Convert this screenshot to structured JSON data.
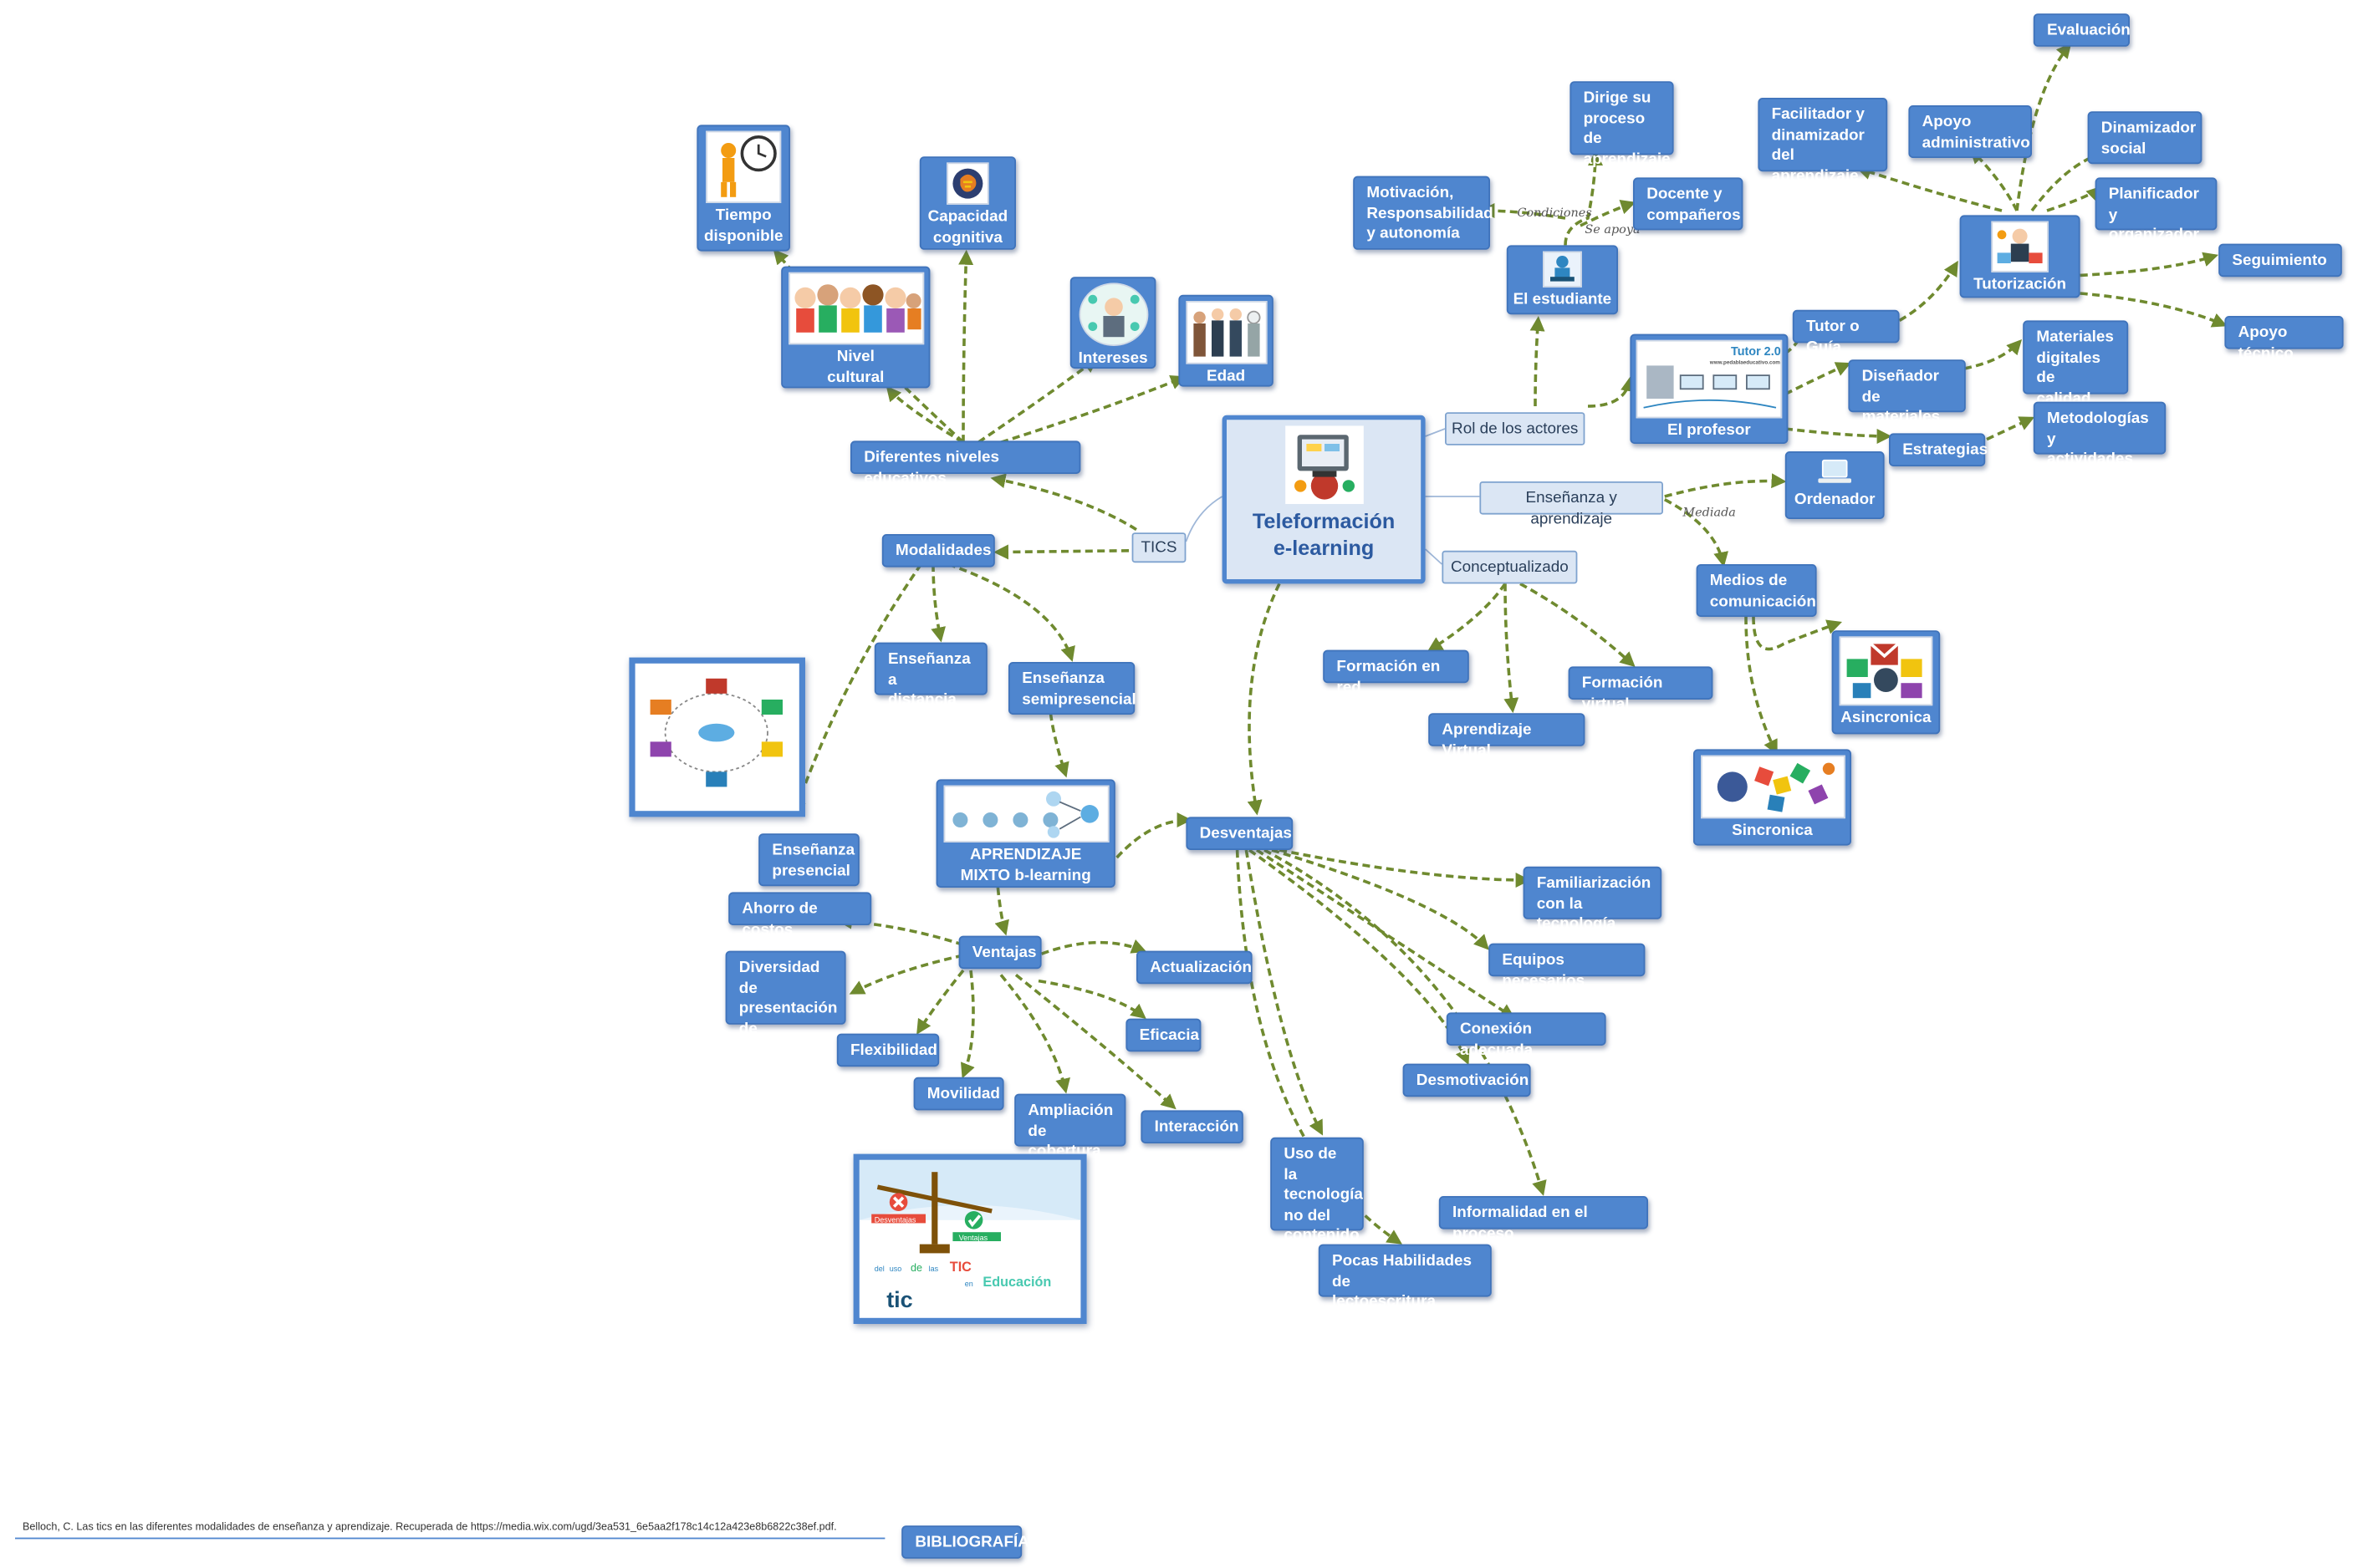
{
  "root": {
    "line1": "Teleformación",
    "line2": "e-learning"
  },
  "branches": {
    "tics": "TICS",
    "roles": "Rol de los actores",
    "teaching": "Enseñanza y aprendizaje",
    "concept": "Conceptualizado"
  },
  "tics_side": {
    "levels": "Diferentes niveles educativos",
    "time": [
      "Tiempo",
      "disponible"
    ],
    "cognitive": [
      "Capacidad",
      "cognitiva"
    ],
    "cultural": [
      "Nivel",
      "cultural"
    ],
    "interests": "Intereses",
    "age": "Edad",
    "modalities": "Modalidades",
    "distance": [
      "Enseñanza a",
      "distancia"
    ],
    "semi": [
      "Enseñanza",
      "semipresencial"
    ],
    "presencial": [
      "Enseñanza",
      "presencial"
    ],
    "blended": [
      "APRENDIZAJE",
      "MIXTO b-learning"
    ]
  },
  "advantages": {
    "title": "Ventajas",
    "items": {
      "costs": "Ahorro de costos",
      "diversity": [
        "Diversidad de",
        "presentación",
        "de contenidos"
      ],
      "flex": "Flexibilidad",
      "mobility": "Movilidad",
      "coverage": [
        "Ampliación",
        "de cobertura"
      ],
      "interaction": "Interacción",
      "efficacy": "Eficacia",
      "update": "Actualización"
    }
  },
  "disadvantages": {
    "title": "Desventajas",
    "items": {
      "familiar": [
        "Familiarización",
        "con la tecnología"
      ],
      "equipment": "Equipos necesarios",
      "connection": "Conexión adecuada",
      "demotivation": "Desmotivación",
      "informality": "Informalidad en el proceso",
      "tech_use": [
        "Uso de la",
        "tecnología",
        "no del",
        "contenido"
      ],
      "literacy": [
        "Pocas Habilidades de",
        "lectoescritura"
      ]
    }
  },
  "concept_side": {
    "network": "Formación en red",
    "virtual": "Formación virtual",
    "virtual_learning": "Aprendizaje Virtual"
  },
  "roles_side": {
    "student": "El estudiante",
    "conditions_label": "Condiciones",
    "support_label": "Se apoya",
    "motivation": [
      "Motivación,",
      "Responsabilidad",
      "y autonomía"
    ],
    "directs": [
      "Dirige su",
      "proceso de",
      "aprendizaje"
    ],
    "peers": [
      "Docente y",
      "compañeros"
    ],
    "teacher": "El profesor",
    "tutor_banner": "Tutor 2.0",
    "tutor_url": "www.pedablaeducativo.com",
    "guide": "Tutor o Guía",
    "tutoring": "Tutorización",
    "evaluation": "Evaluación",
    "facilitator": [
      "Facilitador y",
      "dinamizador",
      "del aprendizaje"
    ],
    "admin": [
      "Apoyo",
      "administrativo"
    ],
    "social": [
      "Dinamizador",
      "social"
    ],
    "planner": [
      "Planificador y",
      "organizador"
    ],
    "followup": "Seguimiento",
    "tech_support": "Apoyo técnico",
    "designer": [
      "Diseñador de",
      "materiales"
    ],
    "materials": [
      "Materiales",
      "digitales de",
      "calidad"
    ],
    "strategies": "Estrategias",
    "methods": [
      "Metodologías y",
      "actividades"
    ]
  },
  "teaching_side": {
    "computer": "Ordenador",
    "mediated_label": "Mediada",
    "media": [
      "Medios de",
      "comunicación"
    ],
    "async": "Asincronica",
    "sync": "Sincronica"
  },
  "illustration": {
    "disadv": "Desventajas",
    "adv": "Ventajas",
    "words": [
      "del",
      "uso",
      "de",
      "las",
      "TIC",
      "en",
      "Educación"
    ],
    "logo": "tic"
  },
  "bibliography": {
    "button": "BIBLIOGRAFÍA",
    "citation": "Belloch, C. Las tics en las diferentes modalidades de enseñanza y aprendizaje. Recuperada de https://media.wix.com/ugd/3ea531_6e5aa2f178c14c12a423e8b6822c38ef.pdf."
  },
  "colors": {
    "node": "#4f86cf",
    "flat": "#dbe6f4",
    "connector": "#6f8a2f",
    "text": "#ffffff"
  }
}
